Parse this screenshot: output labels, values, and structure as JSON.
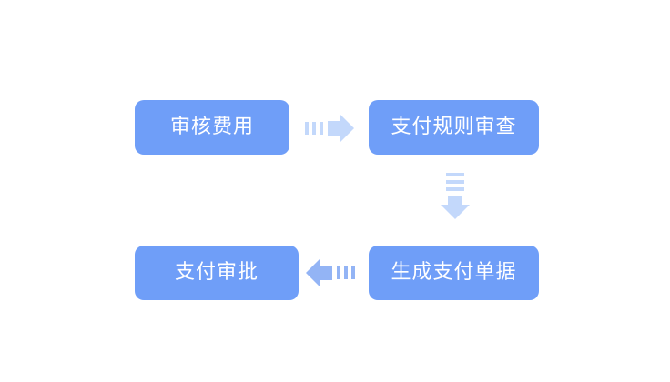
{
  "diagram": {
    "type": "flowchart",
    "title": "",
    "background_color": "#ffffff",
    "node_fill_color": "#6f9ef8",
    "node_text_color": "#ffffff",
    "arrow_light_color": "#c3d8fb",
    "arrow_medium_color": "#93b4f5",
    "nodes": [
      {
        "id": "review-fee",
        "label": "审核费用",
        "row": 1,
        "column": 1
      },
      {
        "id": "payment-rule",
        "label": "支付规则审查",
        "row": 1,
        "column": 2
      },
      {
        "id": "payment-approve",
        "label": "支付审批",
        "row": 2,
        "column": 1
      },
      {
        "id": "generate-doc",
        "label": "生成支付单据",
        "row": 2,
        "column": 2
      }
    ],
    "connectors": [
      {
        "id": "right-arrow",
        "icon": "arrow-right-icon",
        "from": "review-fee",
        "to": "payment-rule",
        "direction": "right",
        "color": "#c3d8fb"
      },
      {
        "id": "down-arrow",
        "icon": "arrow-down-icon",
        "from": "payment-rule",
        "to": "generate-doc",
        "direction": "down",
        "color": "#c3d8fb"
      },
      {
        "id": "left-arrow",
        "icon": "arrow-left-icon",
        "from": "generate-doc",
        "to": "payment-approve",
        "direction": "left",
        "color": "#93b4f5"
      }
    ]
  }
}
